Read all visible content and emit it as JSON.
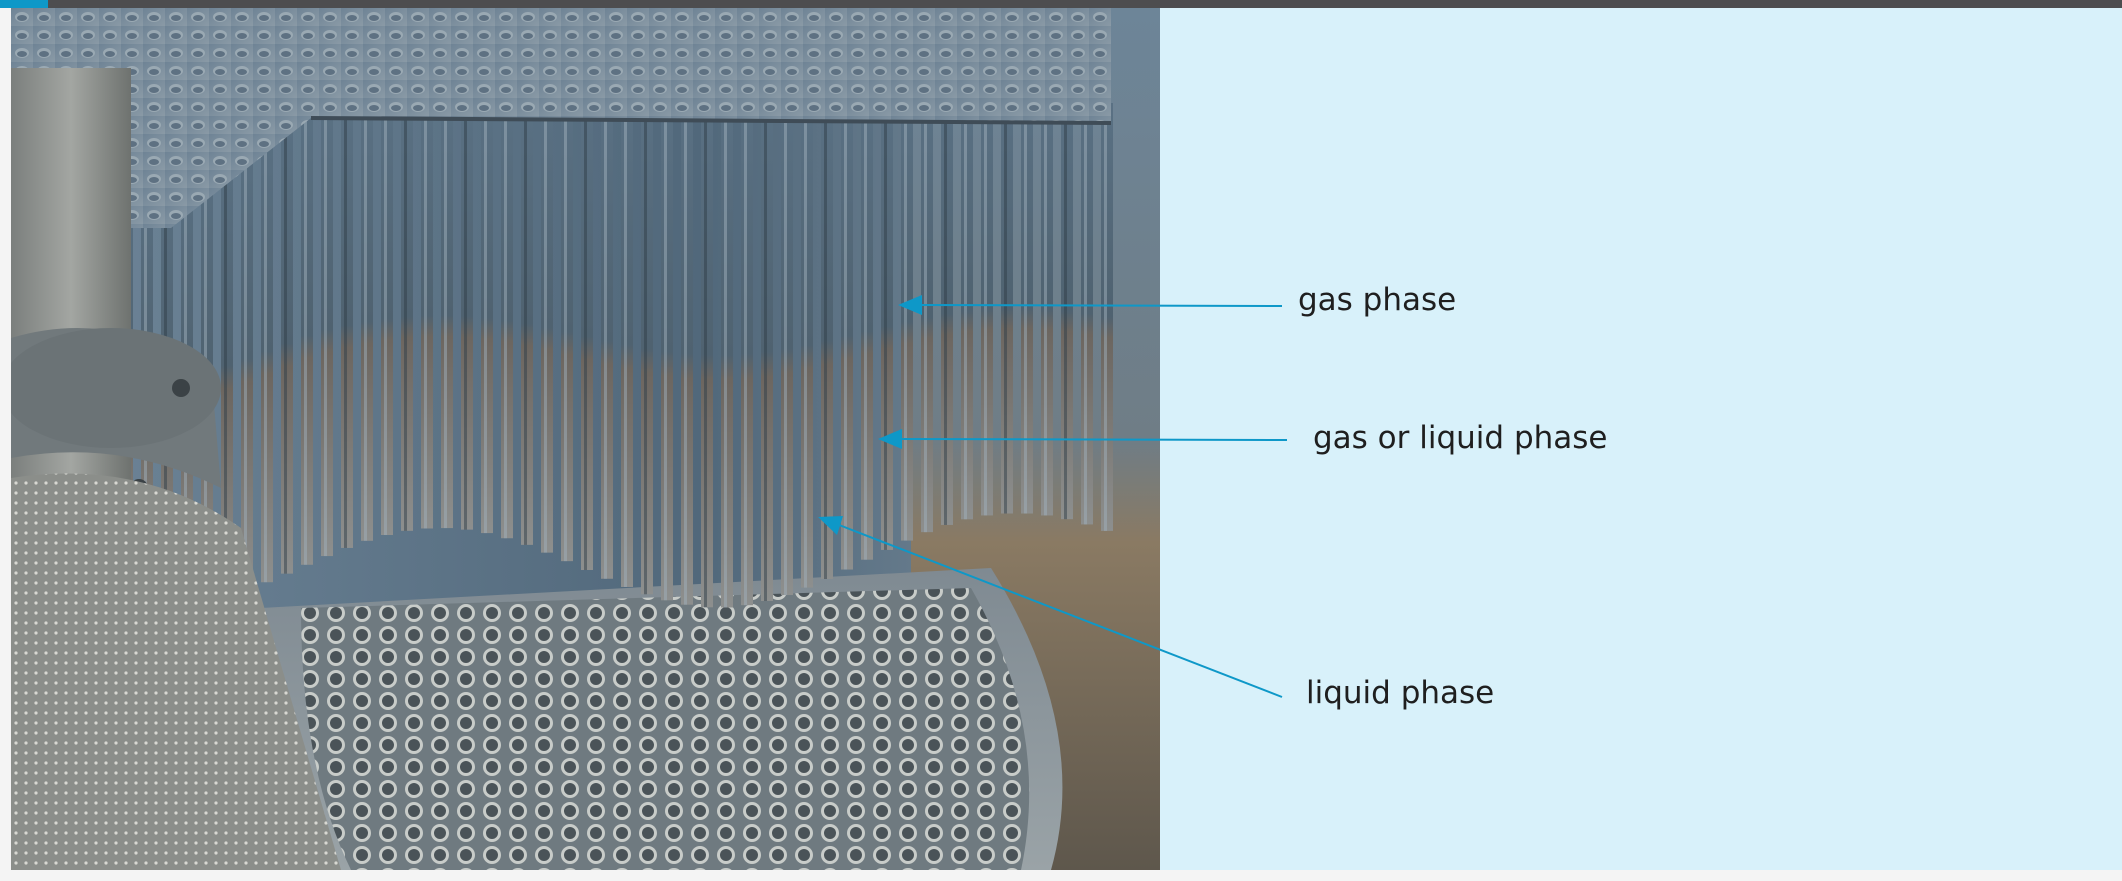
{
  "labels": {
    "gas": "gas phase",
    "mixed": "gas or liquid phase",
    "liquid": "liquid phase"
  },
  "colors": {
    "accent": "#0e98c8",
    "top_bar": "#4d4d4f",
    "panel_bg": "#d8f1fa",
    "label_text": "#1f1f1f"
  },
  "photo": {
    "subject": "vertical tube bundle above perforated tube sheet"
  }
}
